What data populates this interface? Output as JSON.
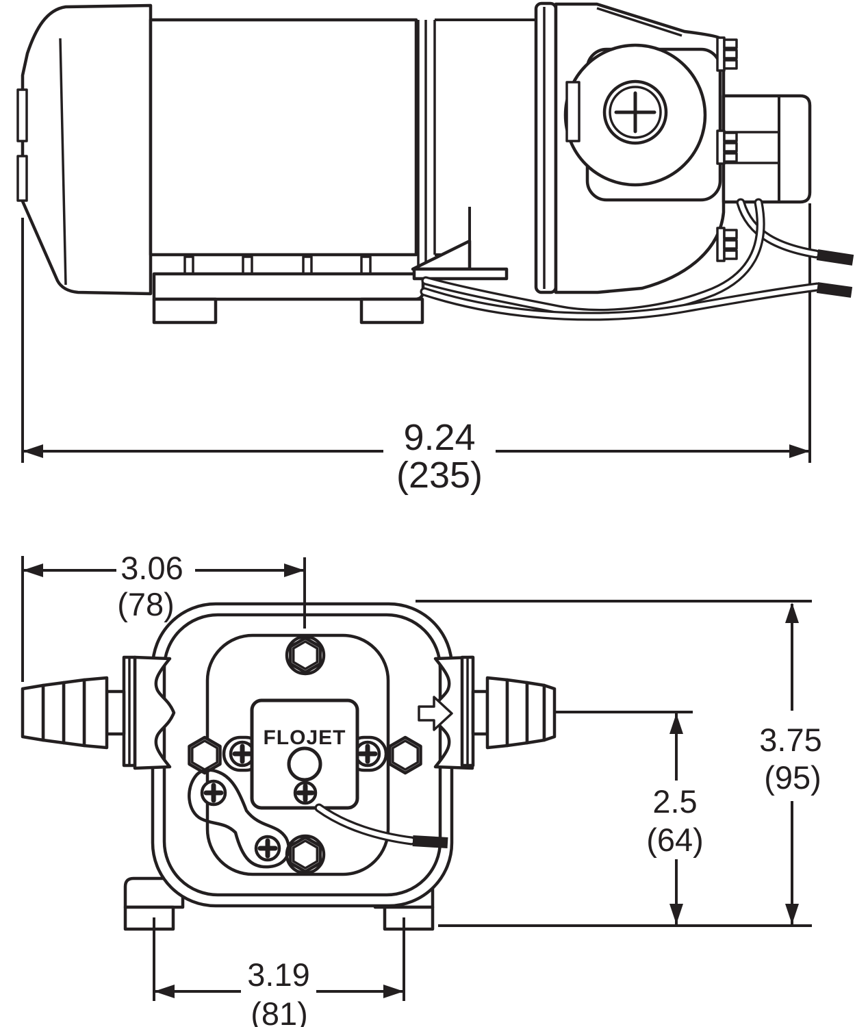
{
  "document": {
    "kind": "pump-dimensional-drawing",
    "brand": "FLOJET",
    "views": [
      "side-view",
      "front-view"
    ]
  },
  "side_view": {
    "dimensions": {
      "overall_length": {
        "inches": "9.24",
        "millimeters": "(235)"
      }
    }
  },
  "front_view": {
    "brand_label": "FLOJET",
    "dimensions": {
      "inlet_to_top_bolt": {
        "inches": "3.06",
        "millimeters": "(78)"
      },
      "overall_height": {
        "inches": "3.75",
        "millimeters": "(95)"
      },
      "port_center_height": {
        "inches": "2.5",
        "millimeters": "(64)"
      },
      "foot_spacing": {
        "inches": "3.19",
        "millimeters": "(81)"
      }
    }
  },
  "icons": {
    "flow_direction": "right-block-arrow",
    "phillips_screw": "cross",
    "port_screw": "plus-slot"
  },
  "colors": {
    "line": "#231f20",
    "background": "#ffffff"
  }
}
